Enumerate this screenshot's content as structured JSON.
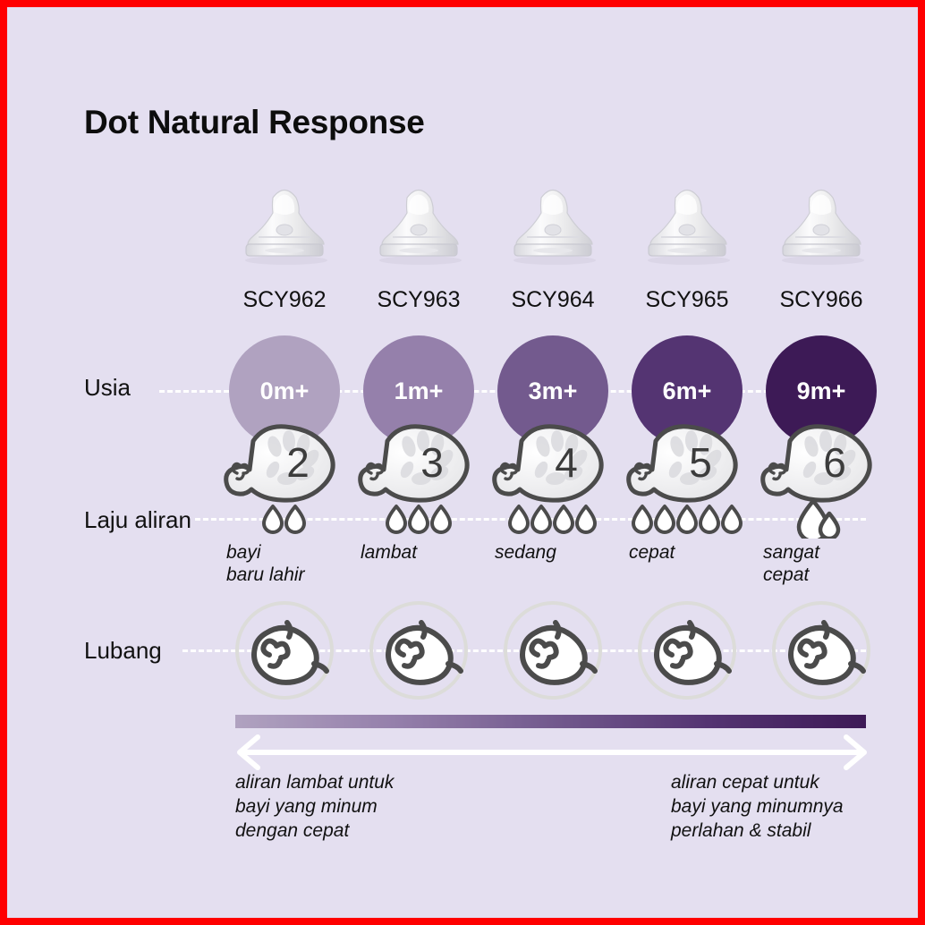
{
  "page": {
    "background": "#e4dff0",
    "border_color": "#ff0000",
    "title": "Dot Natural Response"
  },
  "row_labels": {
    "age": "Usia",
    "flow": "Laju aliran",
    "hole": "Lubang"
  },
  "columns": [
    {
      "code": "SCY962",
      "age": "0m+",
      "nipple_number": "2",
      "drops": 2,
      "flow_label": "bayi\nbaru lahir",
      "circle_color": "#b0a2c0"
    },
    {
      "code": "SCY963",
      "age": "1m+",
      "nipple_number": "3",
      "drops": 3,
      "flow_label": "lambat",
      "circle_color": "#9580ab"
    },
    {
      "code": "SCY964",
      "age": "3m+",
      "nipple_number": "4",
      "drops": 4,
      "flow_label": "sedang",
      "circle_color": "#735a8e"
    },
    {
      "code": "SCY965",
      "age": "6m+",
      "nipple_number": "5",
      "drops": 5,
      "flow_label": "cepat",
      "circle_color": "#543472"
    },
    {
      "code": "SCY966",
      "age": "9m+",
      "nipple_number": "6",
      "drops": 1,
      "drop_style": "double",
      "flow_label": "sangat\ncepat",
      "circle_color": "#3d1a56"
    }
  ],
  "gradient": {
    "stops": [
      "#b0a2c0",
      "#9580ab",
      "#735a8e",
      "#543472",
      "#3d1a56"
    ],
    "arrow": "double-headed"
  },
  "captions": {
    "left": "aliran lambat untuk\nbayi yang minum\ndengan cepat",
    "right": "aliran cepat untuk\nbayi yang minumnya\nperlahan & stabil"
  }
}
